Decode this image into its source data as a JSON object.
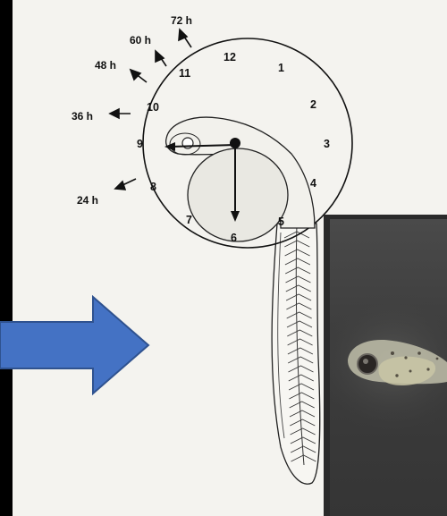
{
  "clock": {
    "numbers": [
      "12",
      "1",
      "2",
      "3",
      "4",
      "5",
      "6",
      "7",
      "8",
      "9",
      "10",
      "11"
    ]
  },
  "hours": {
    "h72": "72 h",
    "h60": "60 h",
    "h48": "48 h",
    "h36": "36 h",
    "h24": "24 h"
  },
  "colors": {
    "arrow_fill": "#4472c4",
    "arrow_stroke": "#2f528f",
    "paper": "#f4f3ef",
    "photo_bg": "#3d3d3d"
  }
}
